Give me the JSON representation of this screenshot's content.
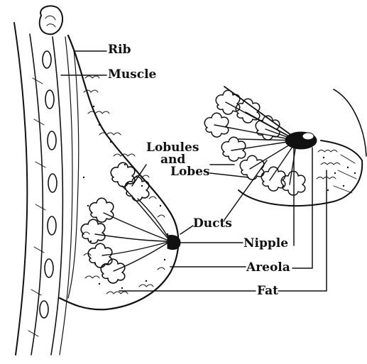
{
  "labels": {
    "rib": "Rib",
    "muscle": "Muscle",
    "lobules_line1": "Lobules",
    "lobules_line2": "and",
    "lobules_line3": "Lobes",
    "ducts": "Ducts",
    "nipple": "Nipple",
    "areola": "Areola",
    "fat": "Fat"
  },
  "colors": {
    "ink": "#111111",
    "background": "#ffffff",
    "nipple_fill": "#111111"
  }
}
